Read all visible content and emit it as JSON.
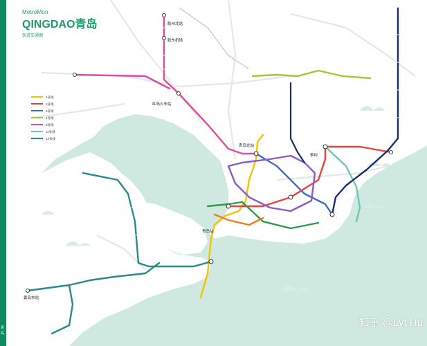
{
  "brand": {
    "small": "MetroMon",
    "title": "QINGDAO青岛",
    "subtitle": "轨道交通图"
  },
  "watermark": "知乎 @Lyt Hu",
  "side_strip": [
    "青",
    "岛"
  ],
  "colors": {
    "sea": "#cfe8e0",
    "land": "#ffffff",
    "road": "#e4e8e6",
    "brand": "#1c9c6c",
    "line1": "#f5c400",
    "line2": "#e8413e",
    "line3": "#3a6fc4",
    "line4": "#a0c832",
    "line8": "#e04ba0",
    "line11": "#6ec7b4",
    "line13": "#2a8a8a",
    "lineN": "#1b2b6e",
    "lineP": "#8a5cc8",
    "lineO": "#f07c1c",
    "lineG": "#2d9a4b"
  },
  "stations": [
    {
      "label": "胶州北站"
    },
    {
      "label": "胶东机场"
    },
    {
      "label": "红岛火车站"
    },
    {
      "label": "青岛北站"
    },
    {
      "label": "李村"
    },
    {
      "label": "青岛站"
    },
    {
      "label": "黄岛东站"
    }
  ],
  "legend": {
    "items": [
      "1号线",
      "2号线",
      "3号线",
      "4号线",
      "8号线",
      "11号线",
      "13号线"
    ]
  }
}
